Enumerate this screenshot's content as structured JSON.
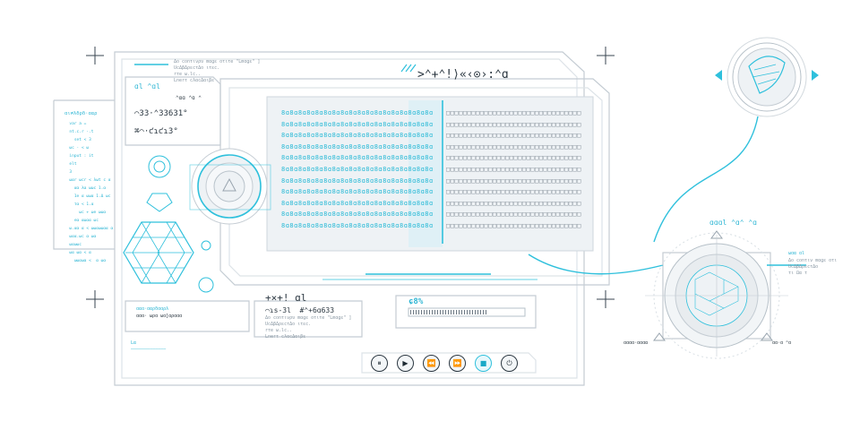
{
  "header": {
    "title_glyphs": ">⌃+⌃!⟩«‹⊙›:⌃ɑ",
    "top_note": "Δo conτινρυ mαɡε οτιτe \"Lmɑɡε\" ]\nUcΔβΔρεcτΔο ιτεc.\nrτe ω.lc..\nLnerτ cλαcΔαιβε"
  },
  "left_panel": {
    "code_title": "ɑι≠λδρδ·ɑαρ",
    "code_lines": [
      "  var a =",
      "  nt.c.r ·.t",
      "    set < 3",
      "  ωc · < ω",
      "  input : it",
      "  elt",
      "  3",
      "  ωαr ωcr < λωt c α",
      "    αα λα ωωc 1.α",
      "    1e α ωωα 1.Δ ωc",
      "    τα < 1.α",
      "      ωc + ωe ωωα",
      "    eα αωαα ωc",
      "  ω.αα α < ωωαωωαα α",
      "  ωαα.ωc α ωα",
      "  ωαωωc",
      "  ωα ωα < α",
      "    ωωαωα <  α ωα"
    ]
  },
  "info_panel": {
    "tag": "ɑl ^ɑl",
    "sub": "⌃αɑ ⌃ɑ ⌃",
    "line1": "⌒33·⌃33631°",
    "line2": "⌘⌒·ƈɿƈɿ3°"
  },
  "main_screen": {
    "left_rows": [
      "8ɑ8ɑ8ɑ8ɑ8ɑ8ɑ8ɑ8ɑ8ɑ8ɑ8ɑ8ɑ8ɑ8ɑ8ɑ8ɑ8ɑ8ɑ",
      "8ɑ8ɑ8ɑ8ɑ8ɑ8ɑ8ɑ8ɑ8ɑ8ɑ8ɑ8ɑ8ɑ8ɑ8ɑ8ɑ8ɑ8ɑ",
      "8ɑ8ɑ8ɑ8ɑ8ɑ8ɑ8ɑ8ɑ8ɑ8ɑ8ɑ8ɑ8ɑ8ɑ8ɑ8ɑ8ɑ8ɑ",
      "8ɑ8ɑ8ɑ8ɑ8ɑ8ɑ8ɑ8ɑ8ɑ8ɑ8ɑ8ɑ8ɑ8ɑ8ɑ8ɑ8ɑ8ɑ",
      "8ɑ8ɑ8ɑ8ɑ8ɑ8ɑ8ɑ8ɑ8ɑ8ɑ8ɑ8ɑ8ɑ8ɑ8ɑ8ɑ8ɑ8ɑ",
      "8ɑ8ɑ8ɑ8ɑ8ɑ8ɑ8ɑ8ɑ8ɑ8ɑ8ɑ8ɑ8ɑ8ɑ8ɑ8ɑ8ɑ8ɑ",
      "8ɑ8ɑ8ɑ8ɑ8ɑ8ɑ8ɑ8ɑ8ɑ8ɑ8ɑ8ɑ8ɑ8ɑ8ɑ8ɑ8ɑ8ɑ",
      "8ɑ8ɑ8ɑ8ɑ8ɑ8ɑ8ɑ8ɑ8ɑ8ɑ8ɑ8ɑ8ɑ8ɑ8ɑ8ɑ8ɑ8ɑ",
      "8ɑ8ɑ8ɑ8ɑ8ɑ8ɑ8ɑ8ɑ8ɑ8ɑ8ɑ8ɑ8ɑ8ɑ8ɑ8ɑ8ɑ8ɑ",
      "8ɑ8ɑ8ɑ8ɑ8ɑ8ɑ8ɑ8ɑ8ɑ8ɑ8ɑ8ɑ8ɑ8ɑ8ɑ8ɑ8ɑ8ɑ",
      "8ɑ8ɑ8ɑ8ɑ8ɑ8ɑ8ɑ8ɑ8ɑ8ɑ8ɑ8ɑ8ɑ8ɑ8ɑ8ɑ8ɑ8ɑ"
    ],
    "right_rows": [
      "□□□□□□□□□□□□□□□□□□□□□□□□□□□□□□□□",
      "□□□□□□□□□□□□□□□□□□□□□□□□□□□□□□□□",
      "□□□□□□□□□□□□□□□□□□□□□□□□□□□□□□□□",
      "□□□□□□□□□□□□□□□□□□□□□□□□□□□□□□□□",
      "□□□□□□□□□□□□□□□□□□□□□□□□□□□□□□□□",
      "□□□□□□□□□□□□□□□□□□□□□□□□□□□□□□□□",
      "□□□□□□□□□□□□□□□□□□□□□□□□□□□□□□□□",
      "□□□□□□□□□□□□□□□□□□□□□□□□□□□□□□□□",
      "□□□□□□□□□□□□□□□□□□□□□□□□□□□□□□□□",
      "□□□□□□□□□□□□□□□□□□□□□□□□□□□□□□□□",
      "□□□□□□□□□□□□□□□□□□□□□□□□□□□□□□□□"
    ]
  },
  "bottom_left": {
    "title": "ɑαɑ·ɑαρδɑɑρλ",
    "subtitle": "ɑɑɑ· ωρɑ ωɑ]ɑρɑɑɑ",
    "foot": "Lα\n—————————————"
  },
  "bottom_mid": {
    "head": "+×+! ɑl",
    "line1": "⌒ɿs-3l  #⌃+6ɑ633",
    "note": "Δo conτινρυ mαɡε οτιτe \"Lmɑɡε\" ]\nUcΔβΔρεcτΔο ιτεc.\nrτe ω.lc..\nLnerτ cλαcΔαιβε"
  },
  "progress": {
    "label": "ɕ8%",
    "value": 0.68
  },
  "controls": [
    {
      "name": "pause-button",
      "glyph": "⏸",
      "icon": "pause-icon",
      "active": false
    },
    {
      "name": "play-button",
      "glyph": "▶",
      "icon": "play-icon",
      "active": false
    },
    {
      "name": "rewind-button",
      "glyph": "⏪",
      "icon": "rewind-icon",
      "active": false
    },
    {
      "name": "fast-forward-button",
      "glyph": "⏩",
      "icon": "fast-forward-icon",
      "active": false
    },
    {
      "name": "stop-button",
      "glyph": "■",
      "icon": "stop-icon",
      "active": true
    },
    {
      "name": "power-button",
      "glyph": "⏻",
      "icon": "power-icon",
      "active": false
    }
  ],
  "right_side": {
    "label_top": "ɑɑɑl ⌃ɑ ⌃ɑ",
    "label_right_a": "ωɑα ɑl",
    "label_right_b": "Δo conτιν mαɡε οτι\nUcΔβΔρεcτΔο\nτι Ωα τ",
    "label_bottom_left": "ɑɑɑɑ·ɑɑɑα",
    "label_bottom_right": "ɑɑ·ɑ ⌃ɑ",
    "ring_label": "ɑɑɑl ⌃ɑ⌃ ⌃ɑ"
  },
  "colors": {
    "accent": "#2fc0dc",
    "line": "#c4ccd3",
    "dark": "#2a3640"
  }
}
